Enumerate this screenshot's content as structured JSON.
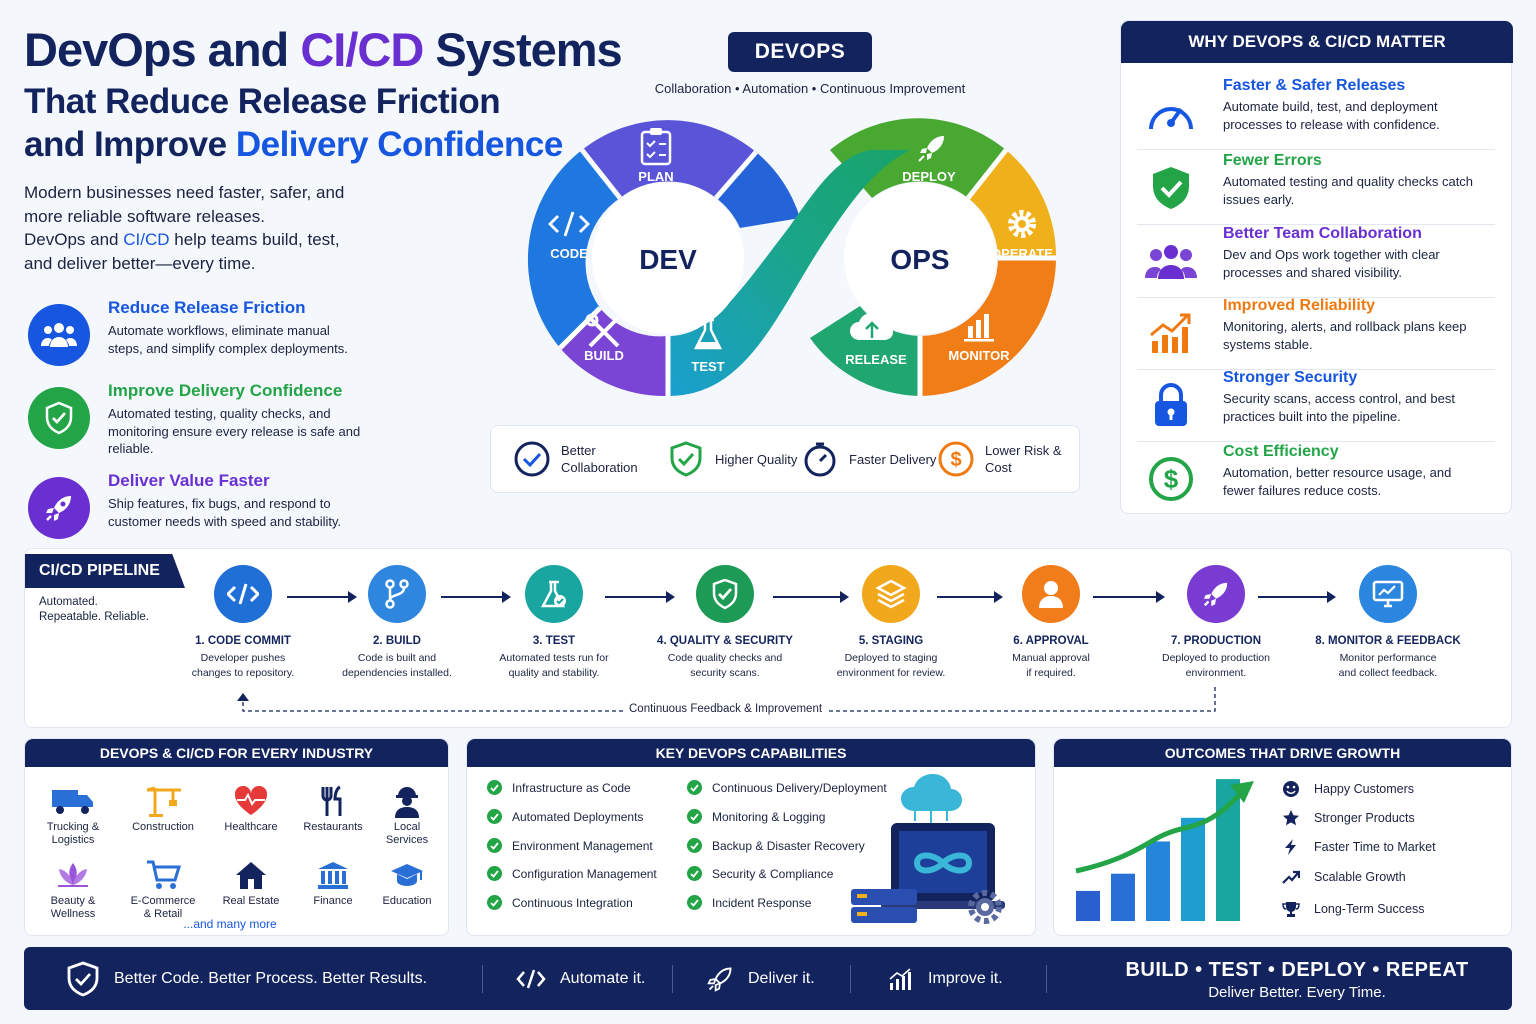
{
  "header": {
    "title_a": "DevOps and ",
    "title_b": "CI/CD",
    "title_c": " Systems",
    "title_line2": "That Reduce Release Friction",
    "title_line3a": "and Improve ",
    "title_line3b": "Delivery Confidence",
    "intro_1": "Modern businesses need faster, safer, and more reliable software releases.",
    "intro_2a": "DevOps and ",
    "intro_2b": "CI/CD",
    "intro_2c": " help teams build, test, and deliver better—every time."
  },
  "features": [
    {
      "title": "Reduce Release Friction",
      "desc": "Automate workflows, eliminate manual steps, and simplify complex deployments.",
      "color": "#1656e0",
      "icon": "team-icon"
    },
    {
      "title": "Improve Delivery Confidence",
      "desc": "Automated testing, quality checks, and monitoring ensure every release is safe and reliable.",
      "color": "#22a447",
      "icon": "shield-check-icon"
    },
    {
      "title": "Deliver Value Faster",
      "desc": "Ship features, fix bugs, and respond to customer needs with speed and stability.",
      "color": "#6a2fd1",
      "icon": "rocket-icon"
    }
  ],
  "devops": {
    "badge": "DEVOPS",
    "subtitle": "Collaboration • Automation • Continuous Improvement",
    "dev_label": "DEV",
    "ops_label": "OPS",
    "stages": {
      "plan": "PLAN",
      "code": "CODE",
      "build": "BUILD",
      "test": "TEST",
      "release": "RELEASE",
      "deploy": "DEPLOY",
      "operate": "OPERATE",
      "monitor": "MONITOR"
    },
    "benefits": [
      {
        "label": "Better Collaboration",
        "icon": "check-circle-icon"
      },
      {
        "label": "Higher Quality",
        "icon": "shield-check-icon"
      },
      {
        "label": "Faster Delivery",
        "icon": "stopwatch-icon"
      },
      {
        "label": "Lower Risk & Cost",
        "icon": "dollar-icon"
      }
    ]
  },
  "why": {
    "heading": "WHY DEVOPS & CI/CD MATTER",
    "items": [
      {
        "title": "Faster & Safer Releases",
        "desc": "Automate build, test, and deployment processes to release with confidence.",
        "color": "#1656e0",
        "icon": "speedometer-icon"
      },
      {
        "title": "Fewer Errors",
        "desc": "Automated testing and quality checks catch issues early.",
        "color": "#22a447",
        "icon": "shield-check-icon"
      },
      {
        "title": "Better Team Collaboration",
        "desc": "Dev and Ops work together with clear processes and shared visibility.",
        "color": "#6a2fd1",
        "icon": "team-icon"
      },
      {
        "title": "Improved Reliability",
        "desc": "Monitoring, alerts, and rollback plans keep systems stable.",
        "color": "#ef7a12",
        "icon": "growth-chart-icon"
      },
      {
        "title": "Stronger Security",
        "desc": "Security scans, access control, and best practices built into the pipeline.",
        "color": "#1656e0",
        "icon": "lock-icon"
      },
      {
        "title": "Cost Efficiency",
        "desc": "Automation, better resource usage, and fewer failures reduce costs.",
        "color": "#22a447",
        "icon": "dollar-icon"
      }
    ]
  },
  "pipeline": {
    "heading": "CI/CD PIPELINE",
    "sub_1": "Automated.",
    "sub_2": "Repeatable. Reliable.",
    "feedback": "Continuous Feedback & Improvement",
    "steps": [
      {
        "title": "1. CODE COMMIT",
        "desc_1": "Developer pushes",
        "desc_2": "changes to repository.",
        "color": "#1f6fd6",
        "icon": "code-icon"
      },
      {
        "title": "2. BUILD",
        "desc_1": "Code is built and",
        "desc_2": "dependencies installed.",
        "color": "#2f86de",
        "icon": "branch-icon"
      },
      {
        "title": "3. TEST",
        "desc_1": "Automated tests run for",
        "desc_2": "quality and stability.",
        "color": "#19a6a0",
        "icon": "flask-icon"
      },
      {
        "title": "4. QUALITY & SECURITY",
        "desc_1": "Code quality checks and",
        "desc_2": "security scans.",
        "color": "#1d9a55",
        "icon": "shield-check-icon"
      },
      {
        "title": "5. STAGING",
        "desc_1": "Deployed to staging",
        "desc_2": "environment for review.",
        "color": "#f2a81d",
        "icon": "layers-icon"
      },
      {
        "title": "6. APPROVAL",
        "desc_1": "Manual approval",
        "desc_2": "if required.",
        "color": "#f07c1a",
        "icon": "user-icon"
      },
      {
        "title": "7. PRODUCTION",
        "desc_1": "Deployed to production",
        "desc_2": "environment.",
        "color": "#7a3bd3",
        "icon": "rocket-icon"
      },
      {
        "title": "8. MONITOR & FEEDBACK",
        "desc_1": "Monitor performance",
        "desc_2": "and collect feedback.",
        "color": "#2a86de",
        "icon": "monitor-icon"
      }
    ]
  },
  "industries": {
    "heading": "DEVOPS & CI/CD FOR EVERY INDUSTRY",
    "more": "...and many more",
    "items": [
      {
        "l1": "Trucking &",
        "l2": "Logistics",
        "icon": "truck-icon"
      },
      {
        "l1": "Construction",
        "l2": "",
        "icon": "crane-icon"
      },
      {
        "l1": "Healthcare",
        "l2": "",
        "icon": "heart-pulse-icon"
      },
      {
        "l1": "Restaurants",
        "l2": "",
        "icon": "utensils-icon"
      },
      {
        "l1": "Local",
        "l2": "Services",
        "icon": "worker-icon"
      },
      {
        "l1": "Beauty &",
        "l2": "Wellness",
        "icon": "lotus-icon"
      },
      {
        "l1": "E-Commerce",
        "l2": "& Retail",
        "icon": "cart-icon"
      },
      {
        "l1": "Real Estate",
        "l2": "",
        "icon": "house-icon"
      },
      {
        "l1": "Finance",
        "l2": "",
        "icon": "bank-icon"
      },
      {
        "l1": "Education",
        "l2": "",
        "icon": "graduation-cap-icon"
      }
    ]
  },
  "capabilities": {
    "heading": "KEY DEVOPS CAPABILITIES",
    "left": [
      "Infrastructure as Code",
      "Automated Deployments",
      "Environment Management",
      "Configuration Management",
      "Continuous Integration"
    ],
    "right": [
      "Continuous Delivery/Deployment",
      "Monitoring & Logging",
      "Backup & Disaster Recovery",
      "Security & Compliance",
      "Incident Response"
    ]
  },
  "outcomes": {
    "heading": "OUTCOMES THAT DRIVE GROWTH",
    "items": [
      {
        "label": "Happy Customers",
        "icon": "smile-icon"
      },
      {
        "label": "Stronger Products",
        "icon": "star-icon"
      },
      {
        "label": "Faster Time to Market",
        "icon": "bolt-icon"
      },
      {
        "label": "Scalable Growth",
        "icon": "trend-up-icon"
      },
      {
        "label": "Long-Term Success",
        "icon": "trophy-icon"
      }
    ],
    "bars": [
      0.14,
      0.22,
      0.37,
      0.48,
      0.66
    ]
  },
  "footer": {
    "tagline": "Better Code. Better Process. Better Results.",
    "automate": "Automate it.",
    "deliver": "Deliver it.",
    "improve": "Improve it.",
    "big": "BUILD • TEST • DEPLOY • REPEAT",
    "small": "Deliver Better. Every Time."
  },
  "colors": {
    "navy": "#13235e",
    "blue": "#1656e0",
    "green": "#22a447",
    "purple": "#6a2fd1",
    "orange": "#ef7a12"
  }
}
